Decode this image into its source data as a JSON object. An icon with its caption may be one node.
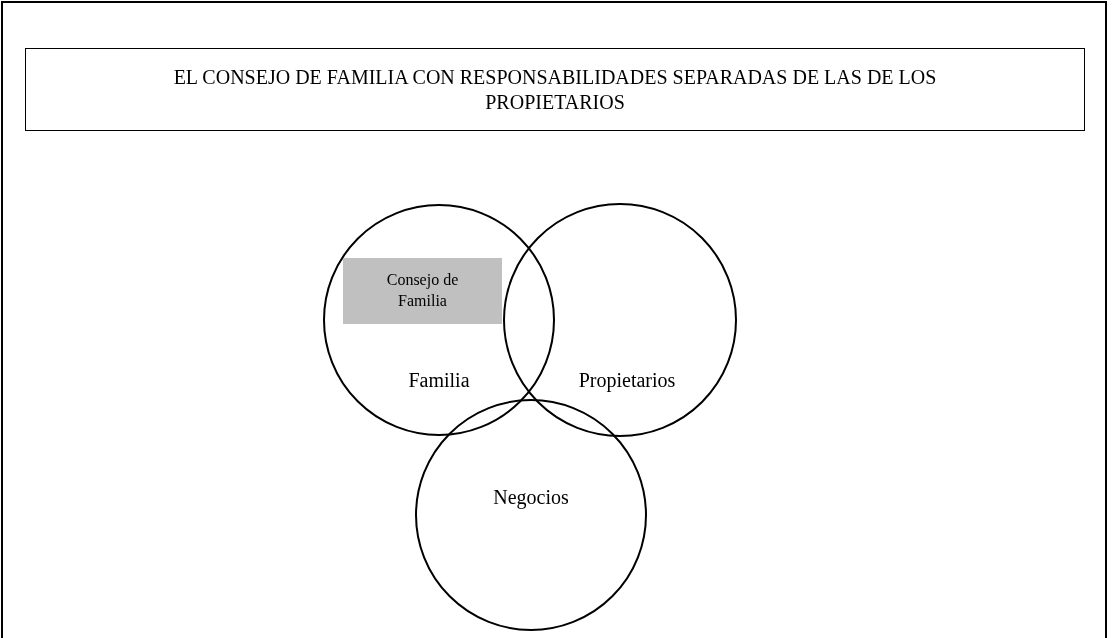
{
  "diagram": {
    "title": "EL CONSEJO DE FAMILIA CON RESPONSABILIDADES SEPARADAS DE LAS DE LOS PROPIETARIOS",
    "nodes": [
      {
        "text": [
          "Familia"
        ]
      },
      {
        "text": [
          "Consejo de Familia"
        ],
        "in": 0
      },
      {
        "text": [
          "Propietarios"
        ]
      },
      {
        "text": [
          "Negocios"
        ]
      }
    ],
    "edges": []
  }
}
